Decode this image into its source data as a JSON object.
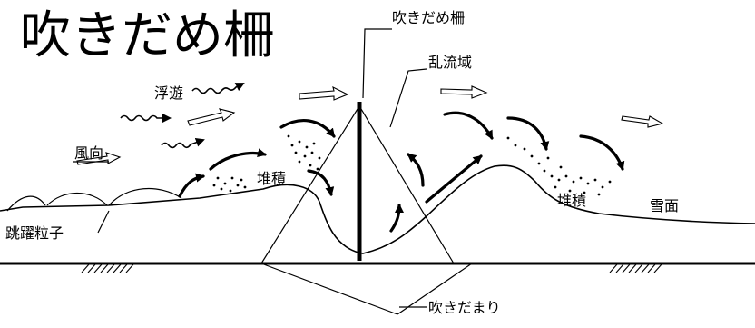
{
  "title": "吹きだめ柵",
  "labels": {
    "fence": "吹きだめ柵",
    "turbulence": "乱流域",
    "suspension": "浮遊",
    "wind_direction": "風向",
    "deposit_left": "堆積",
    "deposit_right": "堆積",
    "snow_surface": "雪面",
    "saltation": "跳躍粒子",
    "snowdrift": "吹きだまり"
  }
}
